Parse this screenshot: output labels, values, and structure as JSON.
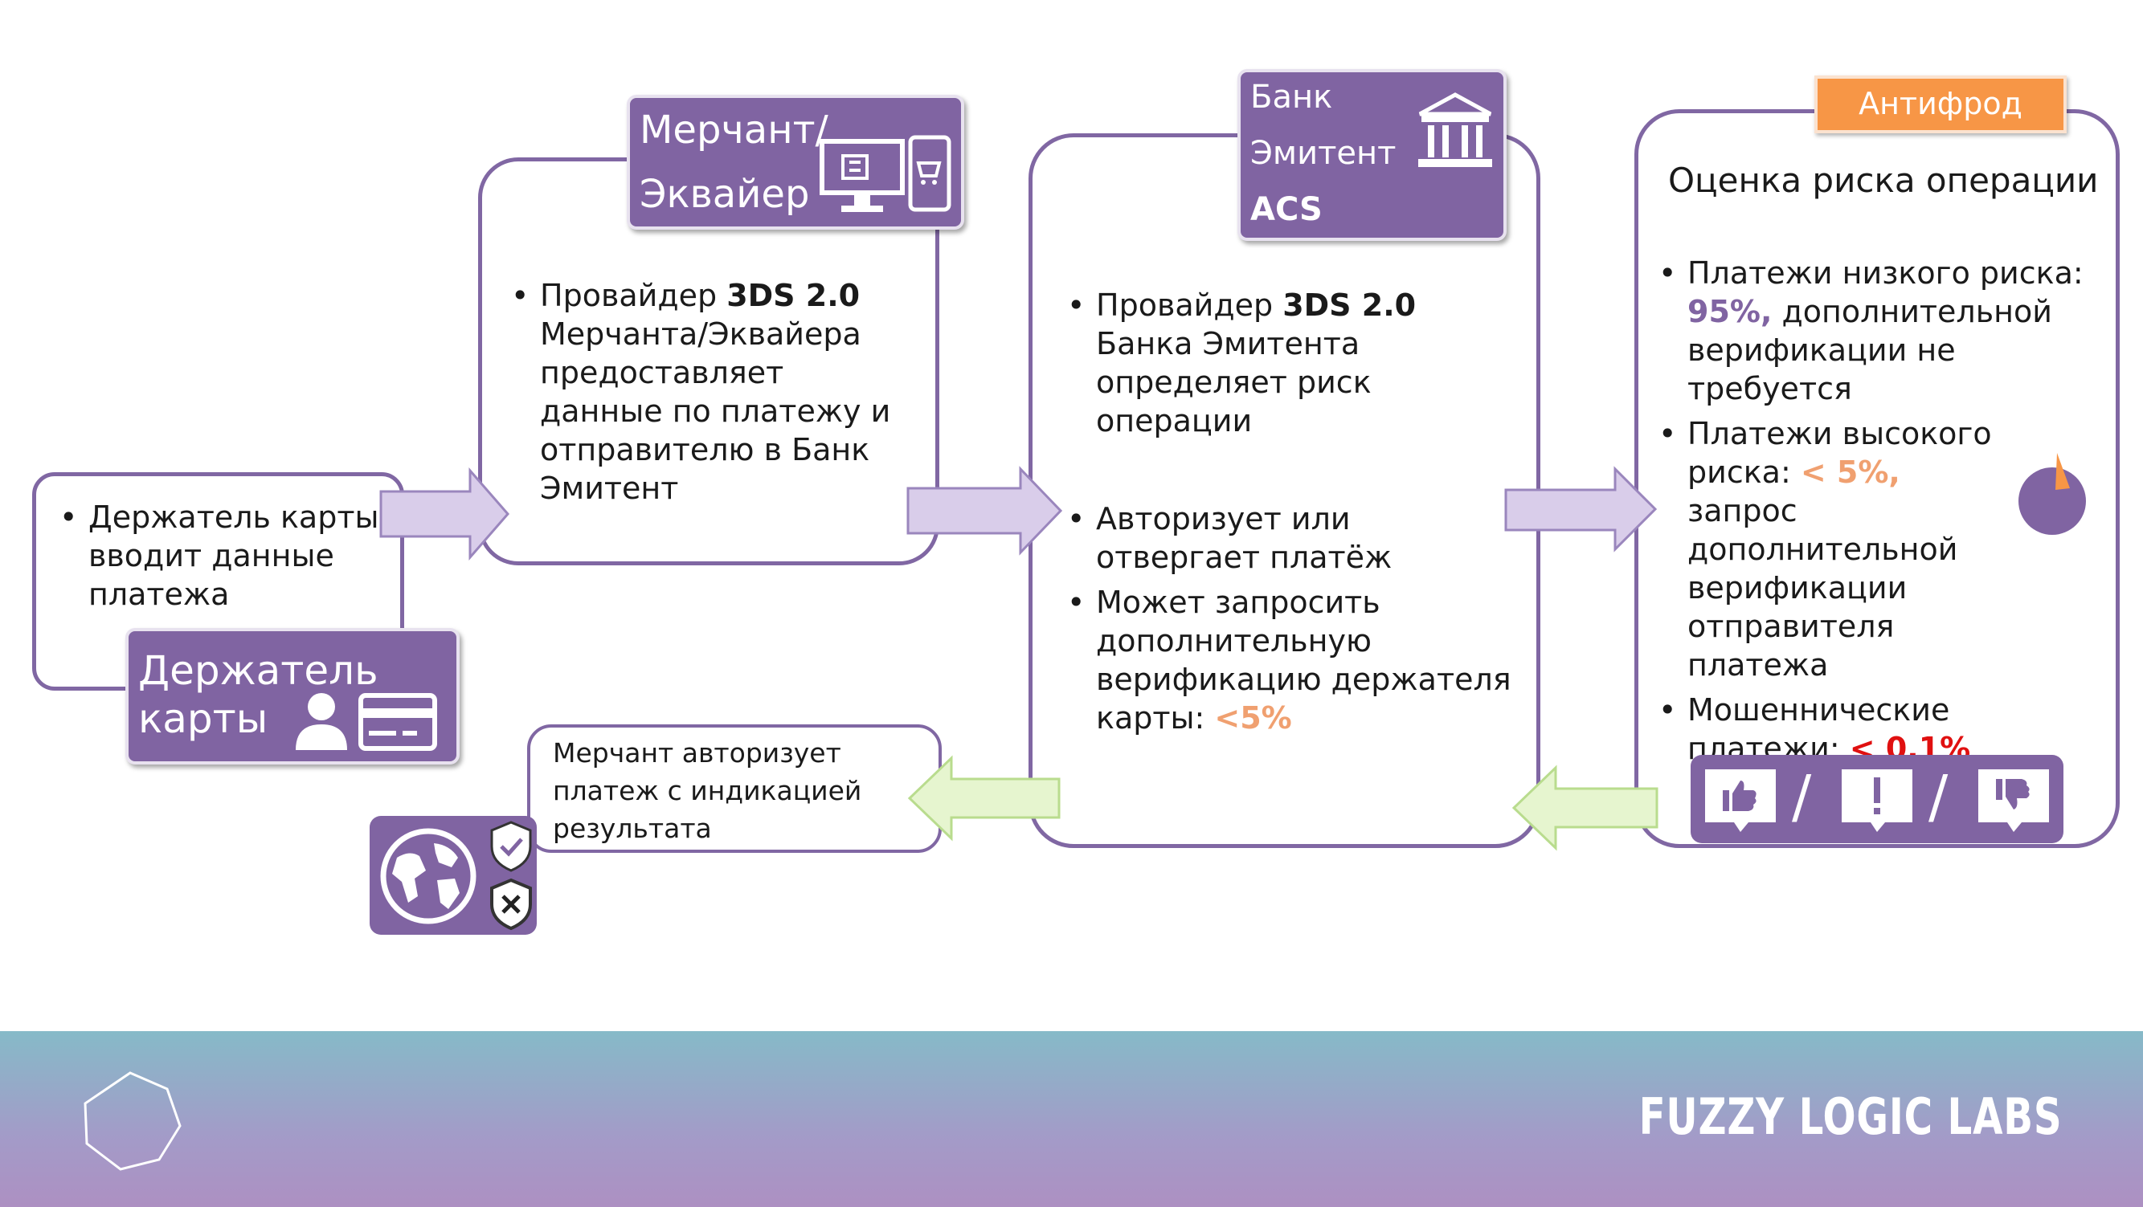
{
  "cardholder": {
    "label_line1": "Держатель",
    "label_line2": "карты",
    "bullet1": "Держатель карты вводит данные платежа"
  },
  "merchant": {
    "label_line1": "Мерчант/",
    "label_line2": "Эквайер",
    "b_pre": "Провайдер ",
    "b_bold": "3DS 2.0",
    "b_post": " Мерчанта/Эквайера предоставляет данные по платежу и отправителю в Банк Эмитент"
  },
  "issuer": {
    "label_line1": "Банк",
    "label_line2": "Эмитент",
    "label_line3": "ACS",
    "b1_pre": "Провайдер ",
    "b1_bold": "3DS 2.0",
    "b1_post": " Банка Эмитента определяет риск операции",
    "b2": "Авторизует или отвергает платёж",
    "b3_pre": "Может запросить дополнительную верификацию держателя карты: ",
    "b3_value": "<5%"
  },
  "antifraud": {
    "tag": "Антифрод",
    "title": "Оценка риска операции",
    "b1_pre": "Платежи низкого риска: ",
    "b1_value": "95%,",
    "b1_post": " дополнительной верификации не требуется",
    "b2_pre": "Платежи высокого риска: ",
    "b2_value": "< 5%,",
    "b2_post": " запрос дополнительной верификации отправителя платежа",
    "b3_pre": "Мошеннические платежи: ",
    "b3_value": "< 0.1%",
    "separator1": "/",
    "separator2": "/"
  },
  "result": {
    "text": "Мерчант авторизует платеж с индикацией результата"
  },
  "footer": {
    "brand": "FUZZY LOGIC LABS"
  },
  "colors": {
    "purple": "#8064a2",
    "arrow_purple": "#d9cdea",
    "arrow_green": "#e6f5cf",
    "accent_orange": "#f79646"
  }
}
